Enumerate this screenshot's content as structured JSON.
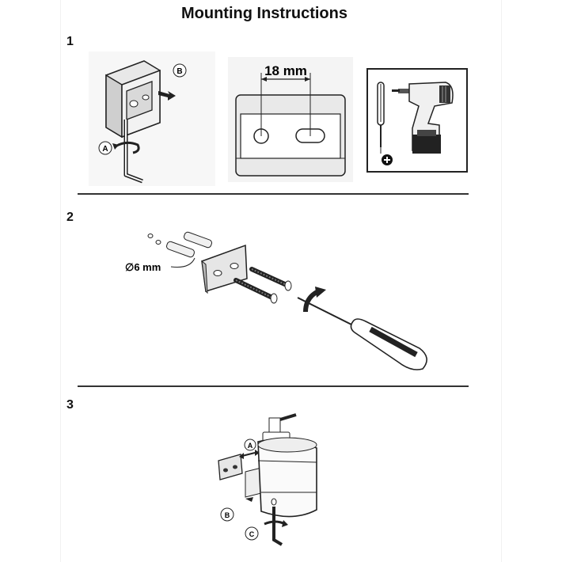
{
  "title": "Mounting Instructions",
  "steps": [
    {
      "number": "1"
    },
    {
      "number": "2"
    },
    {
      "number": "3"
    }
  ],
  "step1": {
    "label_a": "A",
    "label_b": "B",
    "dimension": "18 mm"
  },
  "step2": {
    "diameter": "∅6 mm"
  },
  "step3": {
    "label_a": "A",
    "label_b": "B",
    "label_c": "C"
  },
  "icons": [
    "hex-key-icon",
    "screwdriver-icon",
    "drill-icon",
    "plus-icon",
    "rotate-arrow-icon"
  ]
}
